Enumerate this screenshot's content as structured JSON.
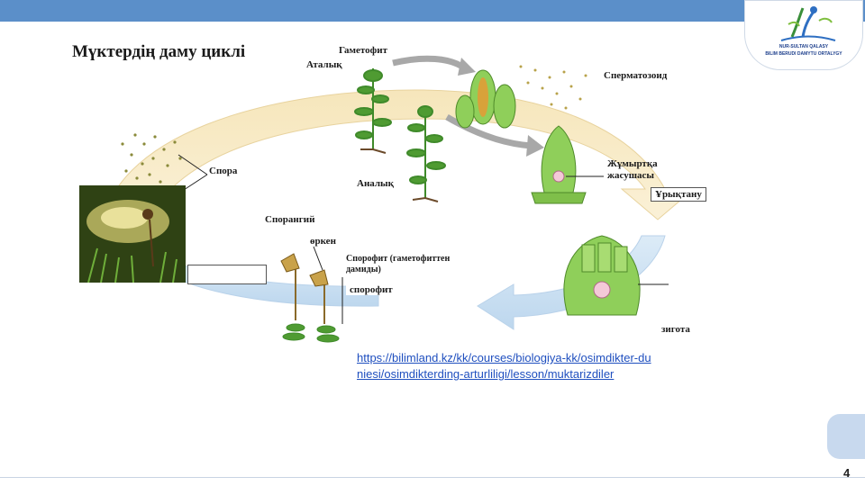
{
  "slide": {
    "page_number": "4",
    "logo_text_1": "NUR-SULTAN QALASY",
    "logo_text_2": "BILIM BERUDI DAMYTU ORTALYGY"
  },
  "diagram": {
    "title": "Мүктердің даму циклі",
    "labels": {
      "gametophyte": "Гаметофит",
      "male": "Аталық",
      "female": "Аналық",
      "sperm": "Сперматозоид",
      "egg": "Жұмыртқа жасушасы",
      "fertilization": "Ұрықтану",
      "spore": "Спора",
      "sporangium": "Спорангий",
      "stalk": "өркен",
      "sporophyte_desc": "Спорофит (гаметофиттен дамиды)",
      "sporophyte": "спорофит",
      "zygote": "зигота"
    },
    "source_link": "https://bilimland.kz/kk/courses/biologiya-kk/osimdikter-duniesi/osimdikterding-arturliligi/lesson/muktarizdiler"
  },
  "colors": {
    "top_bar": "#5b8fc9",
    "arc_top": "#f3dfae",
    "arc_bottom": "#c4dcf0",
    "plant_green": "#3f8a2a",
    "cell_green": "#8fcf5a",
    "link": "#1f4fbf"
  }
}
